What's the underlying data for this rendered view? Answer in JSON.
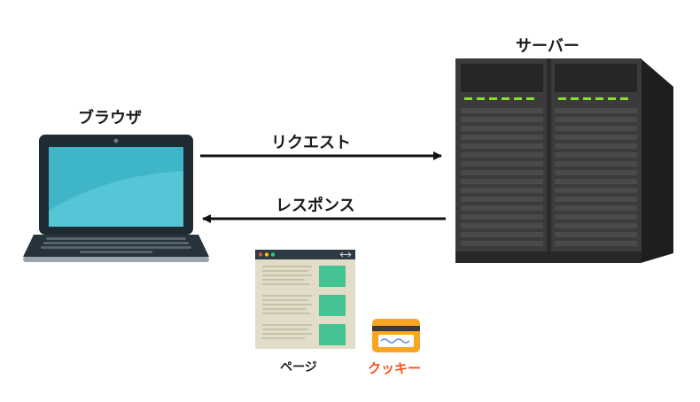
{
  "labels": {
    "browser": "ブラウザ",
    "server": "サーバー",
    "request": "リクエスト",
    "response": "レスポンス",
    "page": "ページ",
    "cookie": "クッキー"
  },
  "colors": {
    "text": "#1a1a1a",
    "cookie_text": "#f0541e",
    "screen": "#3fb6c8",
    "screen_highlight": "#5ccbd9",
    "laptop_frame": "#1f2b33",
    "server_body": "#3b3b3b",
    "server_led": "#8be02a",
    "page_bg": "#e2dcc8",
    "page_block": "#44c393",
    "cookie_card": "#f6a623"
  }
}
